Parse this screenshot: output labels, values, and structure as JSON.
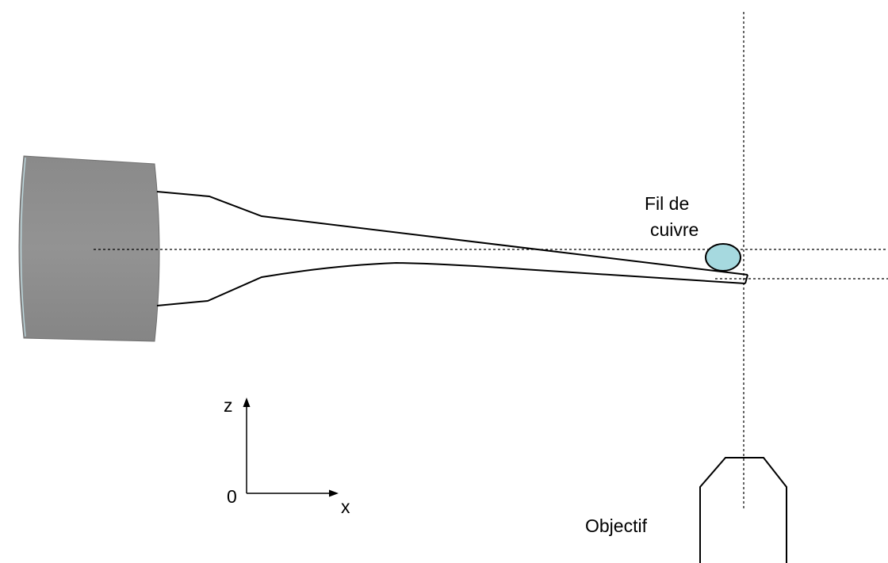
{
  "labels": {
    "wire_line1": "Fil de",
    "wire_line2": "cuivre",
    "objective": "Objectif",
    "axis_z": "z",
    "axis_x": "x",
    "origin": "0"
  },
  "colors": {
    "cylinder_fill": "#8c8c8c",
    "cylinder_face": "#9a9a9a",
    "cylinder_rim": "#bcd8de",
    "wire_fill": "#a6d9df",
    "line": "#000000"
  }
}
